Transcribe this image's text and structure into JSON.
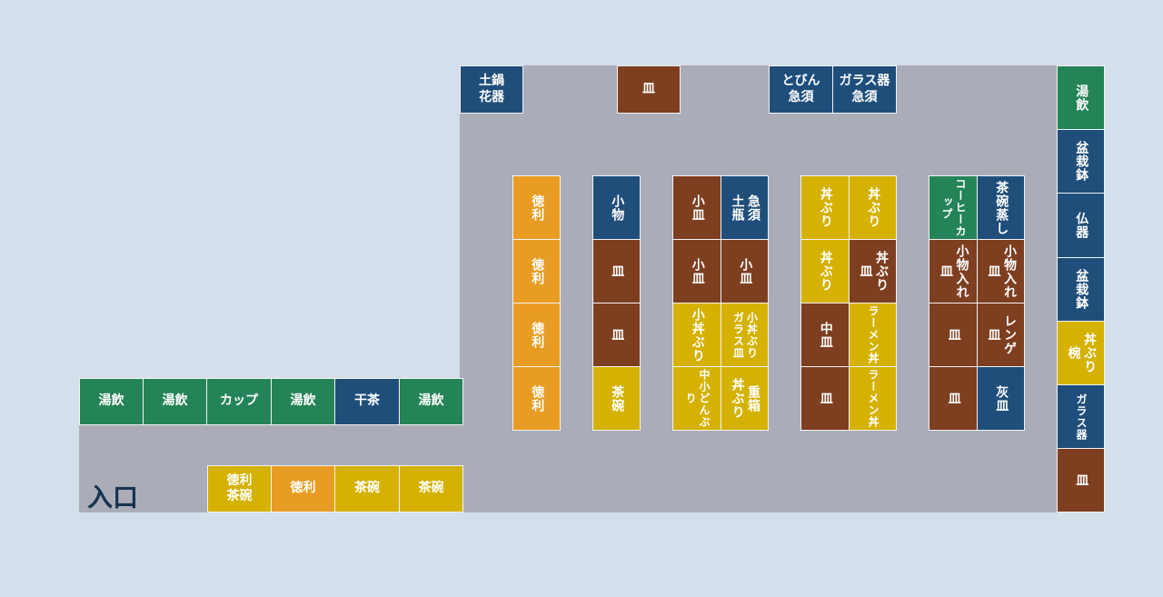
{
  "entrance_label": "入口",
  "legend_colors": {
    "green": "#248457",
    "blue": "#1f4e7b",
    "brown": "#7e3e20",
    "yellow": "#d5b100",
    "orange": "#e99c23",
    "floor": "#aaacb8",
    "background": "#d3dfea"
  },
  "top_wall": [
    "土鍋\n花器",
    "皿",
    "とびん\n急須",
    "ガラス器\n急須"
  ],
  "left_row": [
    "湯飲",
    "湯飲",
    "カップ",
    "湯飲",
    "干茶",
    "湯飲"
  ],
  "bottom_row": [
    "徳利\n茶碗",
    "徳利",
    "茶碗",
    "茶碗"
  ],
  "col1": [
    "徳利",
    "徳利",
    "徳利",
    "徳利"
  ],
  "col2": [
    "小物",
    "皿",
    "皿",
    "茶碗"
  ],
  "col3": {
    "left": [
      "小皿",
      "小皿",
      "小丼ぶり",
      "中小どんぶり"
    ],
    "right": [
      "急須\n土瓶",
      "小皿",
      "小丼ぶり\nガラス皿",
      "重箱\n丼ぶり"
    ]
  },
  "col4": {
    "left": [
      "丼ぶり",
      "丼ぶり",
      "中皿",
      "皿"
    ],
    "right": [
      "丼ぶり",
      "丼ぶり\n皿",
      "ラーメン丼",
      "ラーメン丼"
    ]
  },
  "col5": {
    "left": [
      "コーヒーカップ",
      "小物入れ\n皿",
      "皿",
      "皿"
    ],
    "right": [
      "茶碗蒸し",
      "小物入れ\n皿",
      "レンゲ\n皿",
      "灰皿"
    ]
  },
  "right_wall": [
    "湯飲",
    "盆栽鉢",
    "仏器",
    "盆栽鉢",
    "丼ぶり\n椀",
    "ガラス器",
    "皿"
  ]
}
